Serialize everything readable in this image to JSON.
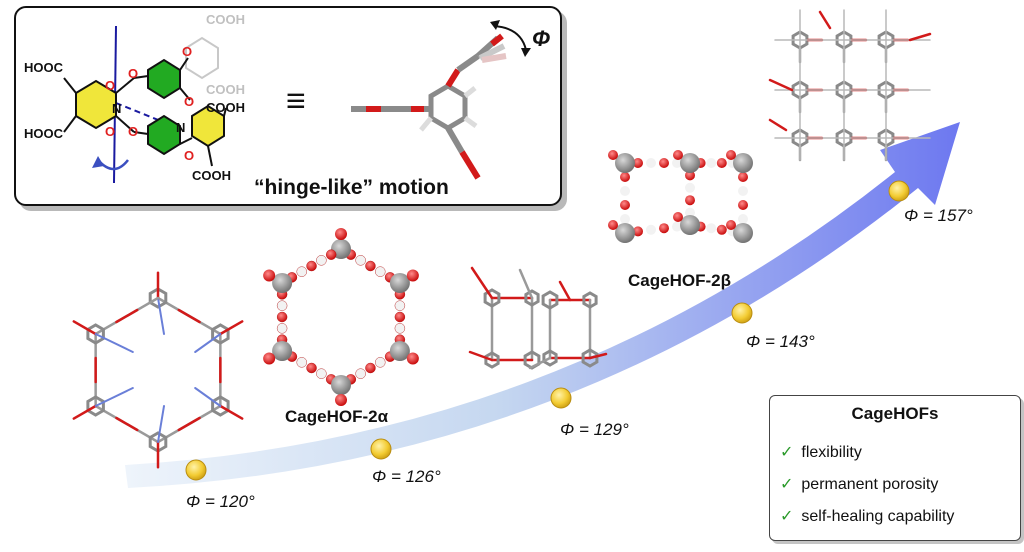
{
  "mechanism_panel": {
    "cooh_labels": [
      "HOOC",
      "HOOC",
      "COOH",
      "COOH",
      "COOH",
      "COOH"
    ],
    "atom_o": "O",
    "atom_n": "N",
    "equivalence_symbol": "≡",
    "phi": "Φ",
    "caption": "“hinge-like” motion"
  },
  "pathway": {
    "points": [
      {
        "label": "Φ = 120°",
        "angle_deg": 120
      },
      {
        "label": "Φ = 126°",
        "angle_deg": 126
      },
      {
        "label": "Φ = 129°",
        "angle_deg": 129
      },
      {
        "label": "Φ = 143°",
        "angle_deg": 143
      },
      {
        "label": "Φ = 157°",
        "angle_deg": 157
      }
    ]
  },
  "structures": {
    "alpha_name": "CageHOF-2α",
    "beta_name": "CageHOF-2β"
  },
  "properties": {
    "title": "CageHOFs",
    "check_symbol": "✓",
    "items": [
      "flexibility",
      "permanent porosity",
      "self-healing capability"
    ]
  },
  "colors": {
    "arrow_start": "#e8f0fa",
    "arrow_end": "#6f7cf0",
    "dot": "#f3cc33",
    "oxygen": "#e01e1e",
    "carbon": "#8a8a8a",
    "yellow_ring": "#f0e63a",
    "green_ring": "#22aa22"
  }
}
